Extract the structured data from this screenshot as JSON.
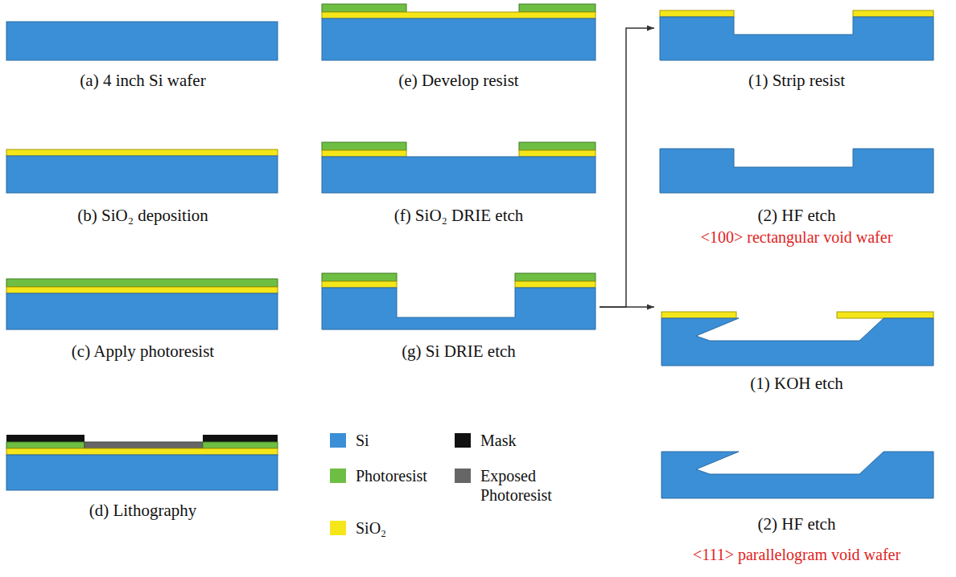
{
  "diagram": {
    "nodes": [
      {
        "text": [
          "(a) 4 inch Si wafer"
        ]
      },
      {
        "text": [
          "(b) SiO₂ deposition"
        ]
      },
      {
        "text": [
          "(c) Apply photoresist"
        ]
      },
      {
        "text": [
          "(d) Lithography"
        ]
      },
      {
        "text": [
          "(e) Develop resist"
        ]
      },
      {
        "text": [
          "(f) SiO₂ DRIE etch"
        ]
      },
      {
        "text": [
          "(g) Si DRIE etch"
        ]
      },
      {
        "text": [
          "(1) Strip resist"
        ]
      },
      {
        "text": [
          "(2) HF etch"
        ]
      },
      {
        "text": [
          "(1) KOH etch"
        ]
      },
      {
        "text": [
          "(2) HF etch"
        ]
      }
    ],
    "edges": [
      {
        "from": 6,
        "to": 7,
        "arrow": "to"
      },
      {
        "from": 6,
        "to": 9,
        "arrow": "to"
      }
    ],
    "labels": [
      "<100> rectangular void wafer",
      "<111> parallelogram void wafer"
    ],
    "legend": [
      {
        "text": "Si",
        "color": "#3b8fd6"
      },
      {
        "text": "Mask",
        "color": "#111111"
      },
      {
        "text": "Photoresist",
        "color": "#6fbe44"
      },
      {
        "text": "Exposed Photoresist",
        "color": "#666666"
      },
      {
        "text": "SiO₂",
        "color": "#f5e61a"
      }
    ]
  }
}
